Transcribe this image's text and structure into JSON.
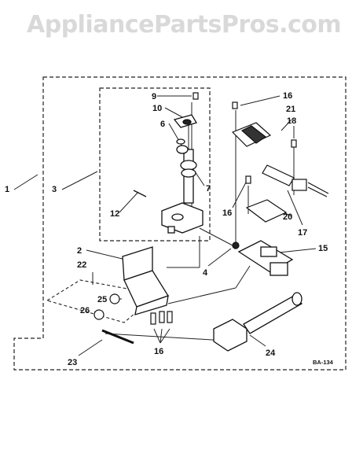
{
  "watermark": "AppliancePartsPros.com",
  "diagram_code": "BA-134",
  "labels": {
    "l1": "1",
    "l2": "2",
    "l3": "3",
    "l4": "4",
    "l6": "6",
    "l7": "7",
    "l9": "9",
    "l10": "10",
    "l12": "12",
    "l15": "15",
    "l16a": "16",
    "l16b": "16",
    "l16c": "16",
    "l17": "17",
    "l18": "18",
    "l20": "20",
    "l21": "21",
    "l22": "22",
    "l23": "23",
    "l24": "24",
    "l25": "25",
    "l26": "26"
  }
}
